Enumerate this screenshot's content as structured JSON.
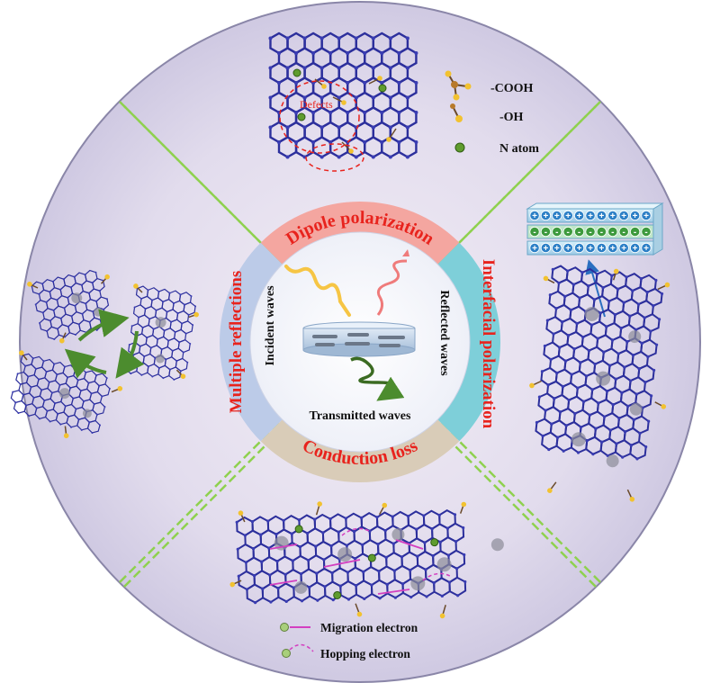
{
  "diagram": {
    "sections": {
      "top": "Dipole polarization",
      "right": "Interfacial polarization",
      "bottom": "Conduction loss",
      "left": "Multiple reflections"
    },
    "center": {
      "incident": "Incident waves",
      "reflected": "Reflected waves",
      "transmitted": "Transmitted waves"
    },
    "top_legend": {
      "cooh": "-COOH",
      "oh": "-OH",
      "n_atom": "N atom",
      "defects": "Defects"
    },
    "bottom_legend": {
      "migration": "Migration electron",
      "hopping": "Hopping electron"
    },
    "interface_signs": {
      "plus": "+",
      "minus": "-"
    },
    "colors": {
      "dipole_band": "#f4a6a0",
      "interfacial_band": "#7ecfd9",
      "conduction_band": "#d9ccb8",
      "reflection_band": "#bccbe8",
      "label_red": "#e8231d",
      "lattice_blue": "#2c2f9c",
      "divider_green": "#8fd14f"
    }
  }
}
